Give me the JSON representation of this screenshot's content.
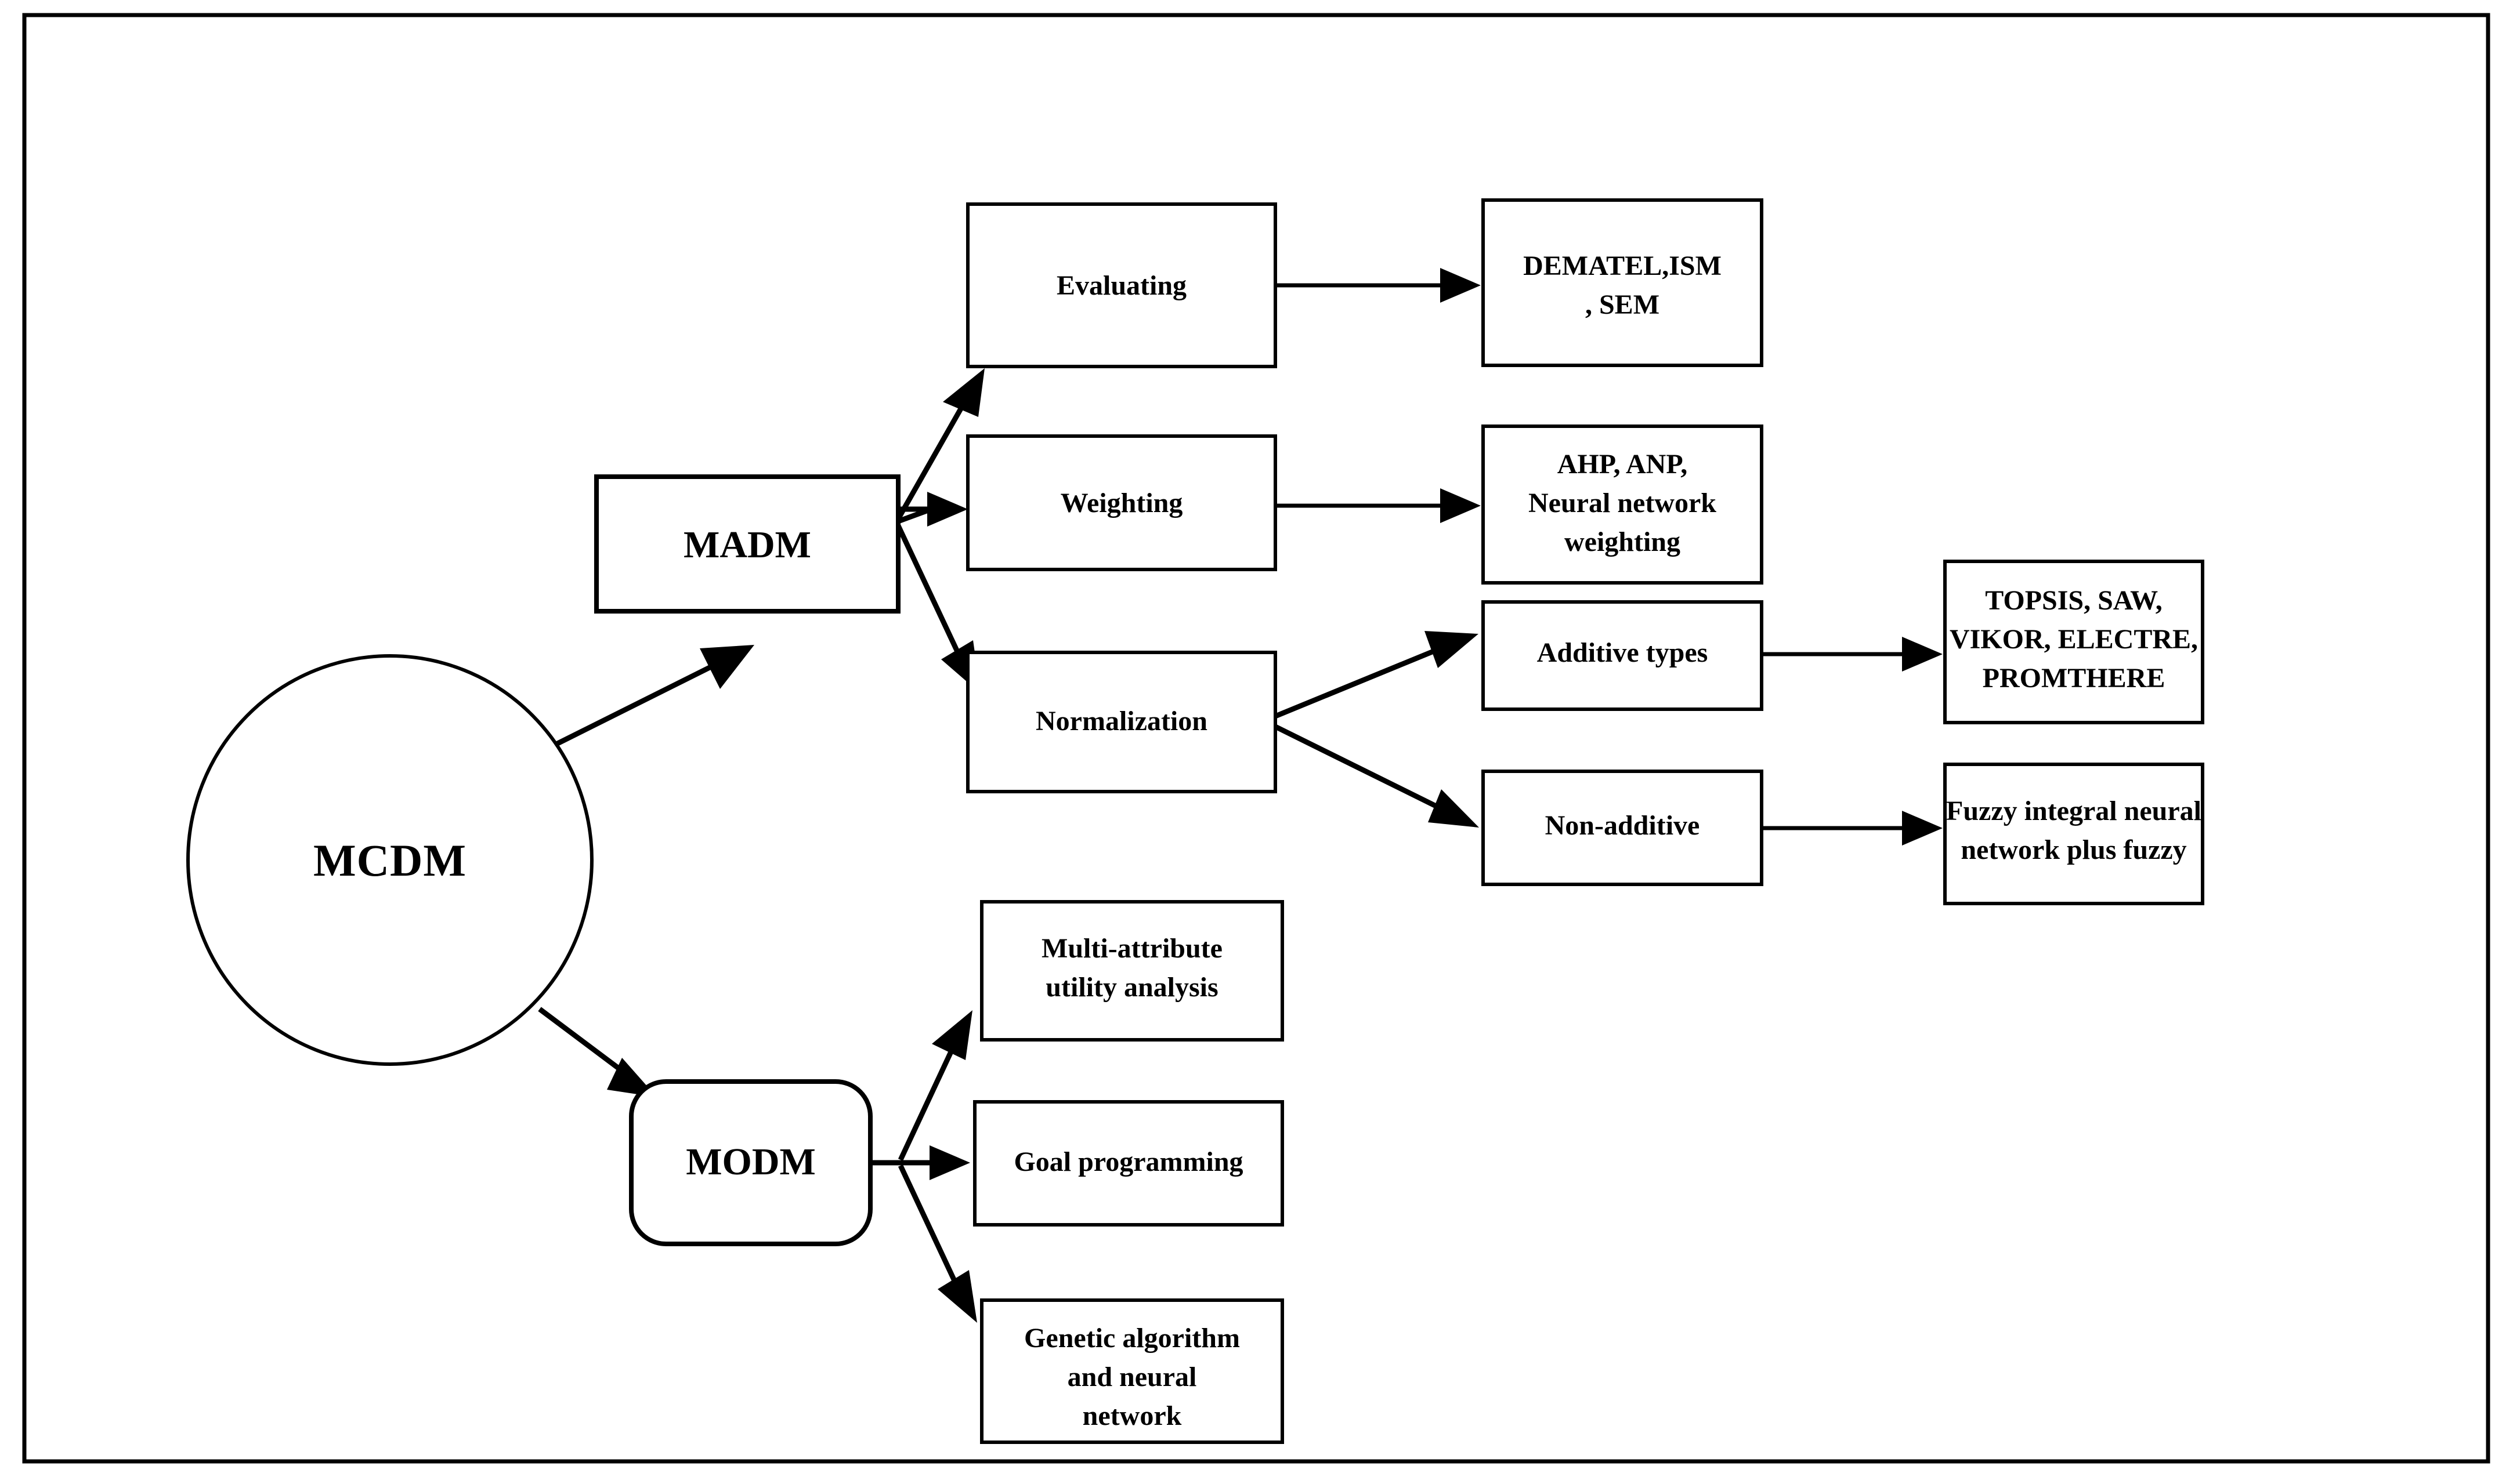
{
  "diagram": {
    "title_text": "",
    "colors": {
      "stroke": "#000000",
      "background": "#ffffff",
      "text": "#000000"
    },
    "root": {
      "id": "mcdm",
      "label": "MCDM",
      "shape": "ellipse"
    },
    "branches": [
      {
        "id": "madm",
        "label": "MADM",
        "shape": "rectangle"
      },
      {
        "id": "modm",
        "label": "MODM",
        "shape": "rounded-rectangle"
      }
    ],
    "madm_children": [
      {
        "id": "evaluating",
        "label": "Evaluating",
        "shape": "rectangle"
      },
      {
        "id": "weighting",
        "label": "Weighting",
        "shape": "rectangle"
      },
      {
        "id": "normalization",
        "label": "Normalization",
        "shape": "rectangle"
      }
    ],
    "method_boxes": [
      {
        "id": "dematel-ism-sem",
        "lines": [
          "DEMATEL,ISM",
          ", SEM"
        ],
        "shape": "rectangle"
      },
      {
        "id": "ahp-anp-nn",
        "lines": [
          "AHP, ANP,",
          "Neural network",
          "weighting"
        ],
        "shape": "rectangle"
      },
      {
        "id": "additive-types",
        "lines": [
          "Additive types"
        ],
        "shape": "rectangle"
      },
      {
        "id": "non-additive",
        "lines": [
          "Non-additive"
        ],
        "shape": "rectangle"
      }
    ],
    "leaf_boxes": [
      {
        "id": "topsis-saw-vikor-electre-promthere",
        "lines": [
          "TOPSIS, SAW,",
          "VIKOR, ELECTRE,",
          "PROMTHERE"
        ],
        "shape": "rectangle"
      },
      {
        "id": "fuzzy-integral-nn",
        "lines": [
          "Fuzzy integral neural",
          "network plus fuzzy"
        ],
        "shape": "rectangle"
      }
    ],
    "modm_children": [
      {
        "id": "multi-attribute-utility-analysis",
        "lines": [
          "Multi-attribute",
          "utility analysis"
        ],
        "shape": "rectangle"
      },
      {
        "id": "goal-programming",
        "lines": [
          "Goal programming"
        ],
        "shape": "rectangle"
      },
      {
        "id": "genetic-algorithm-nn",
        "lines": [
          "Genetic algorithm",
          "and neural",
          "network"
        ],
        "shape": "rectangle"
      }
    ],
    "edges": [
      {
        "from": "mcdm",
        "to": "madm"
      },
      {
        "from": "mcdm",
        "to": "modm"
      },
      {
        "from": "madm",
        "to": "evaluating"
      },
      {
        "from": "madm",
        "to": "weighting"
      },
      {
        "from": "madm",
        "to": "normalization"
      },
      {
        "from": "evaluating",
        "to": "dematel-ism-sem"
      },
      {
        "from": "weighting",
        "to": "ahp-anp-nn"
      },
      {
        "from": "normalization",
        "to": "additive-types"
      },
      {
        "from": "normalization",
        "to": "non-additive"
      },
      {
        "from": "additive-types",
        "to": "topsis-saw-vikor-electre-promthere"
      },
      {
        "from": "non-additive",
        "to": "fuzzy-integral-nn"
      },
      {
        "from": "modm",
        "to": "multi-attribute-utility-analysis"
      },
      {
        "from": "modm",
        "to": "goal-programming"
      },
      {
        "from": "modm",
        "to": "genetic-algorithm-nn"
      }
    ]
  }
}
